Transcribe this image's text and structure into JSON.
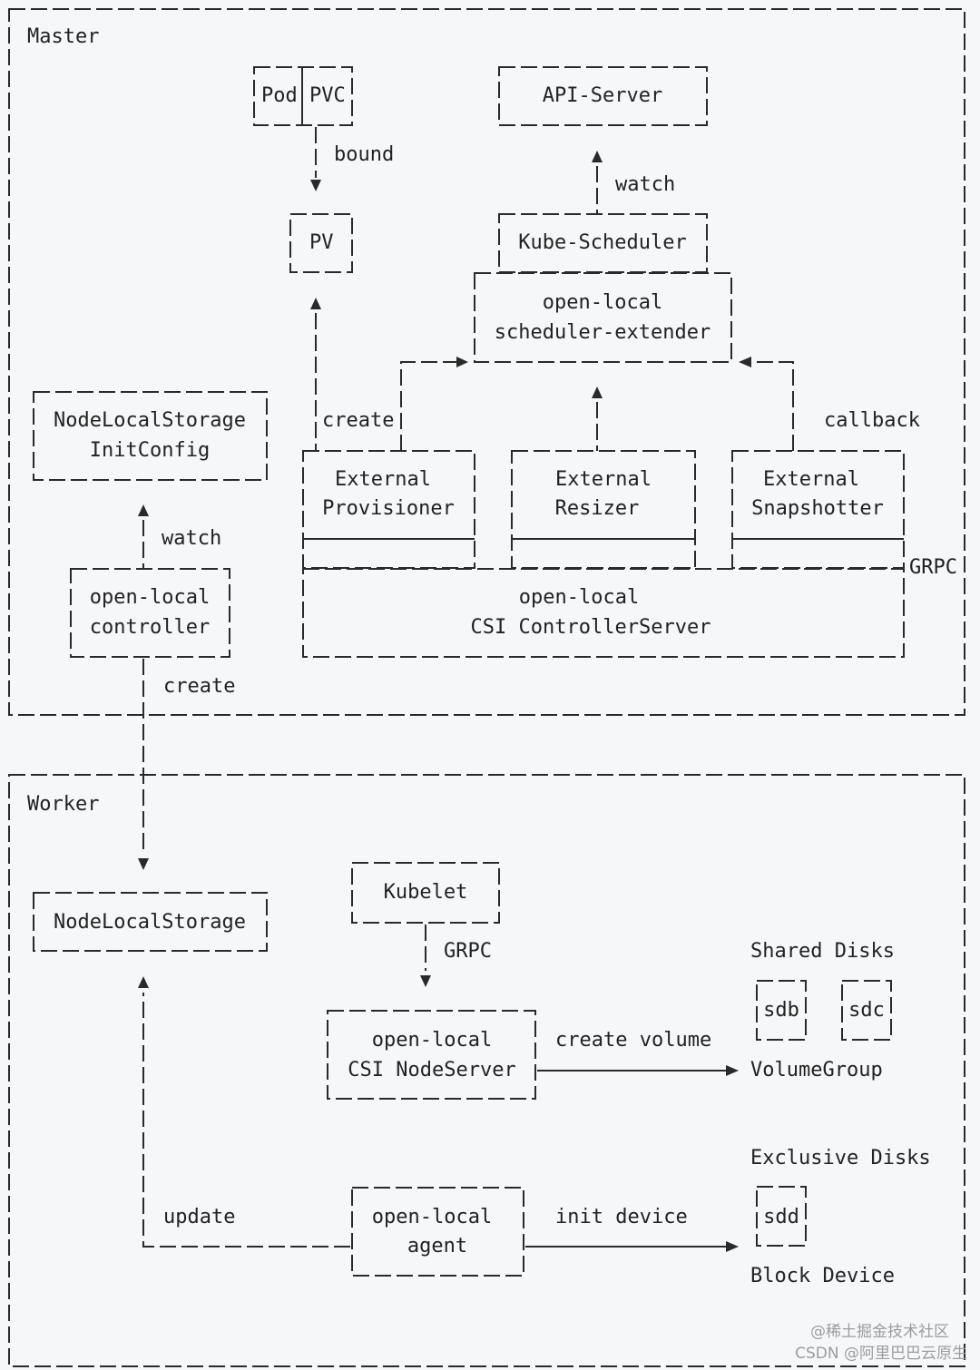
{
  "master": {
    "label": "Master",
    "pod": "Pod",
    "pvc": "PVC",
    "pv": "PV",
    "bound": "bound",
    "api_server": "API-Server",
    "watch_api": "watch",
    "kube_scheduler": "Kube-Scheduler",
    "scheduler_extender": [
      "open-local",
      "scheduler-extender"
    ],
    "create_pv": "create",
    "callback": "callback",
    "nls_init_config": [
      "NodeLocalStorage",
      "InitConfig"
    ],
    "watch_init": "watch",
    "controller": [
      "open-local",
      "controller"
    ],
    "create_nls": "create",
    "external_provisioner": [
      "External",
      "Provisioner"
    ],
    "external_resizer": [
      "External",
      "Resizer"
    ],
    "external_snapshotter": [
      "External",
      "Snapshotter"
    ],
    "grpc": "GRPC",
    "csi_controller": [
      "open-local",
      "CSI ControllerServer"
    ]
  },
  "worker": {
    "label": "Worker",
    "node_local_storage": "NodeLocalStorage",
    "kubelet": "Kubelet",
    "grpc": "GRPC",
    "csi_node": [
      "open-local",
      "CSI NodeServer"
    ],
    "create_volume": "create volume",
    "shared_disks": "Shared Disks",
    "sdb": "sdb",
    "sdc": "sdc",
    "volume_group": "VolumeGroup",
    "exclusive_disks": "Exclusive Disks",
    "sdd": "sdd",
    "block_device": "Block Device",
    "agent": [
      "open-local",
      "agent"
    ],
    "init_device": "init device",
    "update": "update"
  },
  "watermark": [
    "@稀土掘金技术社区",
    "CSDN @阿里巴巴云原生"
  ]
}
